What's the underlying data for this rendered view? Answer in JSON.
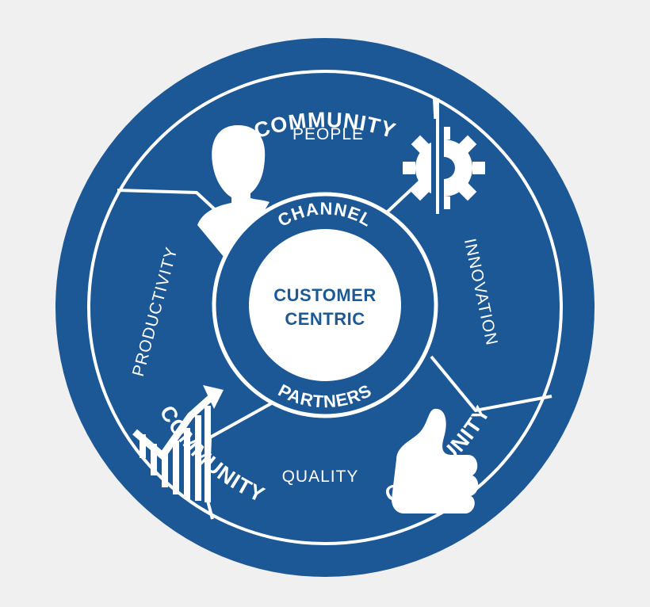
{
  "colors": {
    "blue": "#1c5796",
    "white": "#ffffff",
    "core_text": "#1d5a95",
    "background": "#f0f0f0"
  },
  "outer_ring": {
    "top": "COMMUNITY",
    "left": "COMMUNITY",
    "right": "COMMUNITY"
  },
  "inner_ring": {
    "top": "CHANNEL",
    "bottom": "PARTNERS"
  },
  "segments": {
    "top": "PEOPLE",
    "right": "INNOVATION",
    "bottom": "QUALITY",
    "left": "PRODUCTIVITY"
  },
  "core": {
    "line1": "CUSTOMER",
    "line2": "CENTRIC"
  },
  "icons": [
    "person-icon",
    "gear-icon",
    "thumbs-up-icon",
    "growth-chart-icon"
  ]
}
